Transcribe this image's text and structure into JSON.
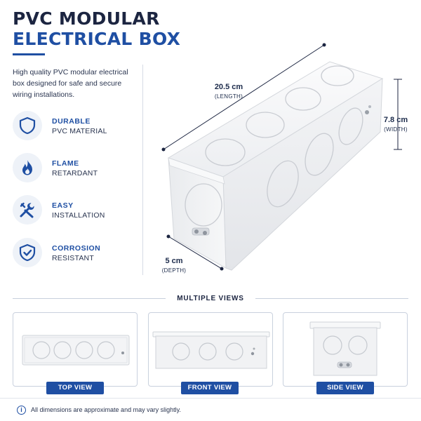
{
  "header": {
    "title_line1": "PVC MODULAR",
    "title_line2": "ELECTRICAL BOX",
    "description": "High quality PVC modular electrical box designed for safe and secure wiring installations."
  },
  "features": [
    {
      "icon": "shield-icon",
      "title": "DURABLE",
      "subtitle": "PVC MATERIAL"
    },
    {
      "icon": "flame-icon",
      "title": "FLAME",
      "subtitle": "RETARDANT"
    },
    {
      "icon": "tools-icon",
      "title": "EASY",
      "subtitle": "INSTALLATION"
    },
    {
      "icon": "shield-check-icon",
      "title": "CORROSION",
      "subtitle": "RESISTANT"
    }
  ],
  "dimensions": {
    "length_value": "20.5 cm",
    "length_label": "(LENGTH)",
    "width_value": "7.8 cm",
    "width_label": "(WIDTH)",
    "depth_value": "5 cm",
    "depth_label": "(DEPTH)"
  },
  "views": {
    "section_title": "MULTIPLE VIEWS",
    "top_label": "TOP VIEW",
    "front_label": "FRONT VIEW",
    "side_label": "SIDE VIEW"
  },
  "footer": {
    "note": "All dimensions are approximate and may vary slightly."
  },
  "colors": {
    "accent_blue": "#1f4fa3",
    "navy": "#1c2541",
    "badge_bg": "#eef2f8"
  }
}
